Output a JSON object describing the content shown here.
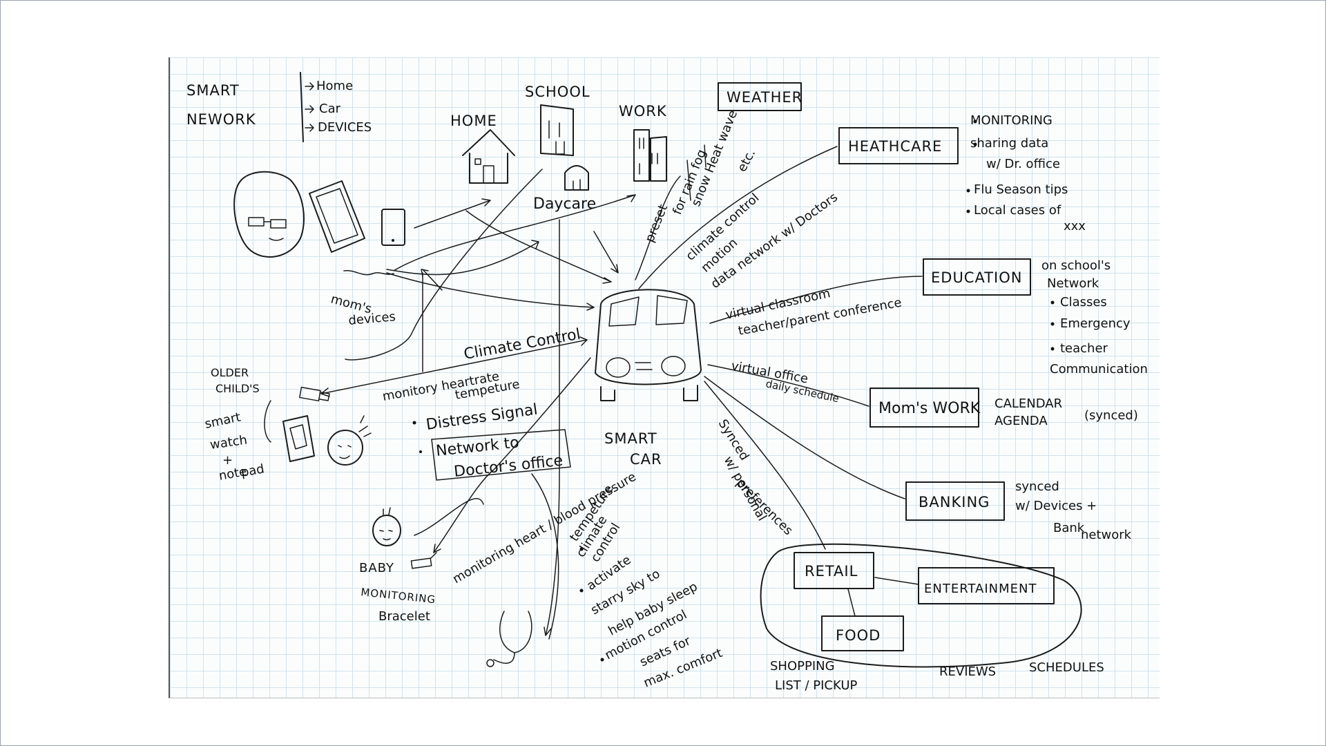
{
  "legend": {
    "title1": "SMART",
    "title2": "NEWORK",
    "items": [
      "Home",
      "Car",
      "DEVICES"
    ]
  },
  "locations": {
    "home": "HOME",
    "school": "SCHOOL",
    "work": "WORK",
    "daycare": "Daycare"
  },
  "weather": {
    "box": "WEATHER",
    "preset": "preset",
    "conditions1": "for rain fog",
    "conditions2": "snow Heat wave",
    "etc": "etc."
  },
  "healthcare": {
    "box": "HEATHCARE",
    "link1": "climate control",
    "link2": "motion",
    "link3": "data network w/ Doctors",
    "bullets": [
      "MONITORING",
      "sharing data",
      "w/ Dr. office",
      "Flu Season tips",
      "Local cases of",
      "xxx"
    ]
  },
  "education": {
    "box": "EDUCATION",
    "link1": "virtual classroom",
    "link2": "teacher/parent conference",
    "notes": [
      "on school's",
      "Network",
      "Classes",
      "Emergency",
      "teacher",
      "Communication"
    ]
  },
  "moms_work": {
    "box": "Mom's WORK",
    "link1": "virtual office",
    "link2": "daily schedule",
    "note1": "CALENDAR",
    "note2": "AGENDA",
    "note3": "(synced)"
  },
  "banking": {
    "box": "BANKING",
    "note1": "synced",
    "note2": "w/ Devices +",
    "note3": "Bank",
    "note4": "network"
  },
  "leisure": {
    "retail": "RETAIL",
    "entertainment": "ENTERTAINMENT",
    "food": "FOOD",
    "link1": "Synced",
    "link2": "w/ personal",
    "link3": "preferences",
    "shopping1": "SHOPPING",
    "shopping2": "LIST / PICKUP",
    "reviews": "REVIEWS",
    "schedules": "SCHEDULES"
  },
  "mom": {
    "label1": "mom's",
    "label2": "devices"
  },
  "car": {
    "label1": "SMART",
    "label2": "CAR",
    "climate": "Climate Control",
    "monitor1": "monitory heartrate",
    "monitor2": "tempeture"
  },
  "older_child": {
    "label": [
      "OLDER",
      "CHILD'S",
      "smart",
      "watch",
      "+",
      "note",
      "pad"
    ]
  },
  "distress": {
    "title": "Distress Signal",
    "box1": "Network to",
    "box2": "Doctor's office"
  },
  "baby": {
    "label": [
      "BABY",
      "MONITORING",
      "Bracelet"
    ],
    "monitor": "monitoring heart / blood pressure",
    "features": [
      "tempeture",
      "climate",
      "control",
      "activate",
      "starry sky to",
      "help baby sleep",
      "motion control",
      "seats for",
      "max. comfort"
    ]
  }
}
